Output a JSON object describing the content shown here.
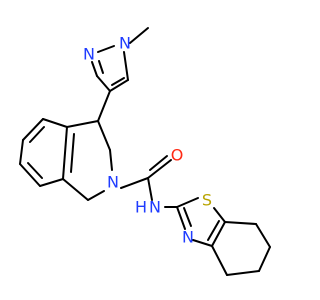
{
  "molecule": {
    "atoms": {
      "n_methyl": "N",
      "n_pyrazole": "N",
      "n_ring": "N",
      "o_carbonyl": "O",
      "n_amide": "N",
      "h_amide": "H",
      "s_thiazole": "S",
      "n_thiazole": "N"
    },
    "colors": {
      "nitrogen": "#1f3cff",
      "oxygen": "#ff2a14",
      "sulfur": "#b8a400",
      "bond": "#000000",
      "background": "#ffffff"
    }
  }
}
